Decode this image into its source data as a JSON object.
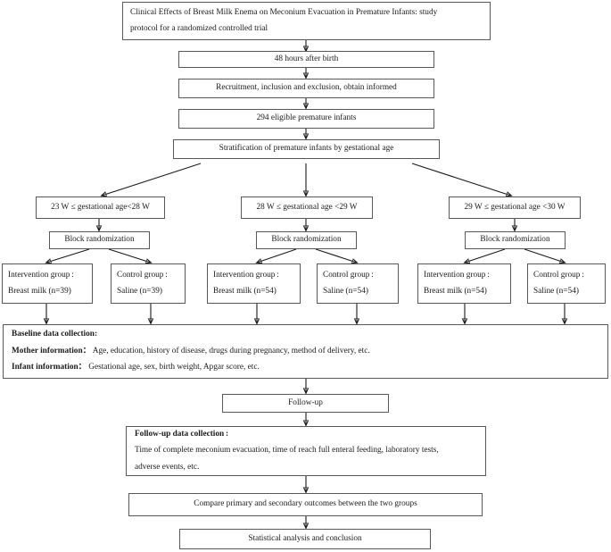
{
  "diagram": {
    "type": "flowchart",
    "title_box": {
      "lines": [
        "Clinical Effects of Breast Milk Enema on Meconium Evacuation in Premature Infants: study",
        "protocol for a randomized controlled trial"
      ]
    },
    "step_48h": {
      "label": "48 hours after birth"
    },
    "step_recruitment": {
      "label": "Recruitment,  inclusion and exclusion, obtain informed"
    },
    "step_eligible": {
      "label": "294 eligible premature infants"
    },
    "step_stratification": {
      "label": "Stratification of premature infants by gestational age"
    },
    "strata": [
      {
        "label": "23 W ≤ gestational age<28 W"
      },
      {
        "label": "28 W ≤ gestational age <29 W"
      },
      {
        "label": "29 W ≤ gestational age <30 W"
      }
    ],
    "randomization_label": "Block randomization",
    "groups": [
      {
        "line1": "Intervention group :",
        "line2": "Breast milk (n=39)"
      },
      {
        "line1": "Control group :",
        "line2": "Saline (n=39)"
      },
      {
        "line1": "Intervention group :",
        "line2": "Breast milk (n=54)"
      },
      {
        "line1": "Control group :",
        "line2": "Saline (n=54)"
      },
      {
        "line1": "Intervention group :",
        "line2": "Breast milk (n=54)"
      },
      {
        "line1": "Control group :",
        "line2": "Saline (n=54)"
      }
    ],
    "baseline_box": {
      "heading": "Baseline data collection:",
      "mother_label": "Mother information：",
      "mother_value": " Age, education, history of disease, drugs during pregnancy, method of delivery, etc.",
      "infant_label": "Infant information：",
      "infant_value": "  Gestational age, sex, birth weight, Apgar score, etc."
    },
    "step_followup": {
      "label": "Follow-up"
    },
    "followup_box": {
      "heading": "Follow-up data collection :",
      "line1": "Time of complete meconium evacuation, time of reach full enteral feeding, laboratory tests,",
      "line2": "adverse events, etc."
    },
    "step_compare": {
      "label": "Compare  primary and secondary outcomes between the two groups"
    },
    "step_statistical": {
      "label": "Statistical analysis and conclusion"
    }
  }
}
